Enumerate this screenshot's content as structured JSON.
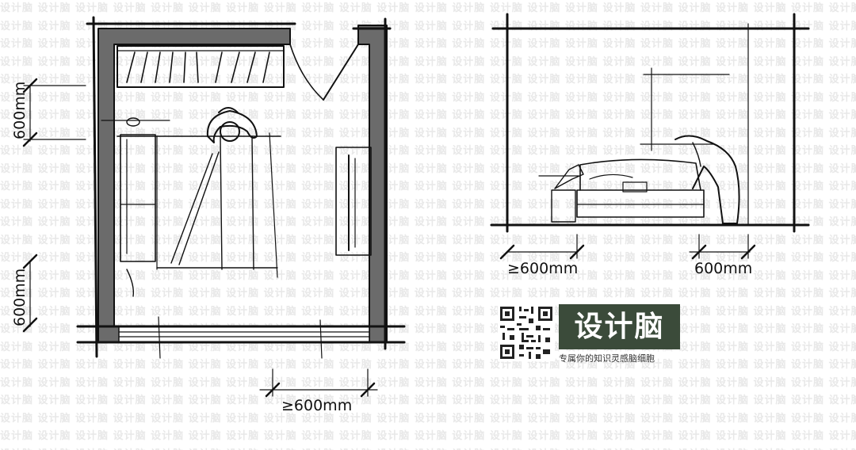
{
  "watermark": {
    "text": "设计脑"
  },
  "plan_view": {
    "left_dims": [
      "600mm",
      "600mm"
    ],
    "bottom_dim": "≥600mm"
  },
  "elevation_view": {
    "left_dim": "≥600mm",
    "right_dim": "600mm"
  },
  "brand": {
    "name": "设计脑",
    "tagline": "专属你的知识灵感脑细胞",
    "colors": {
      "panel": "#3b4b3a",
      "wall": "#6b6b6b",
      "ink": "#111111"
    }
  }
}
